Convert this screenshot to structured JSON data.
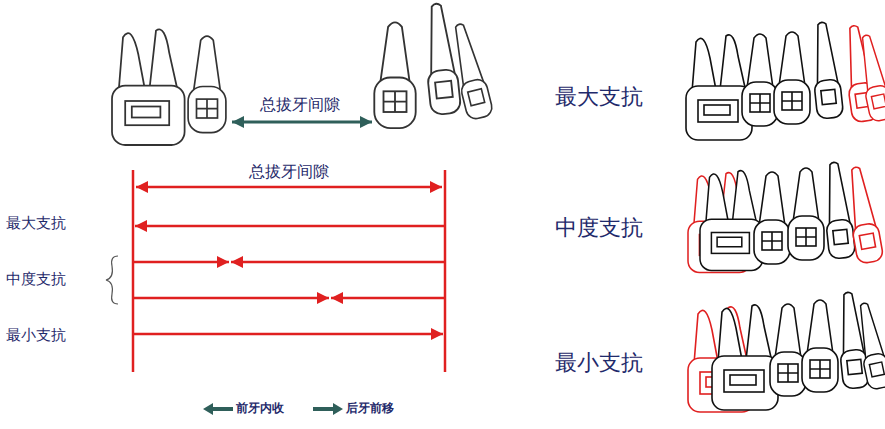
{
  "diagram": {
    "labels": [
      "总拔牙间隙",
      "总拔牙间隙",
      "最大支抗",
      "中度支抗",
      "最小支抗",
      "最大支抗",
      "中度支抗",
      "最小支抗"
    ],
    "legend": [
      {
        "text": "前牙内收"
      },
      {
        "text": "后牙前移"
      }
    ]
  }
}
